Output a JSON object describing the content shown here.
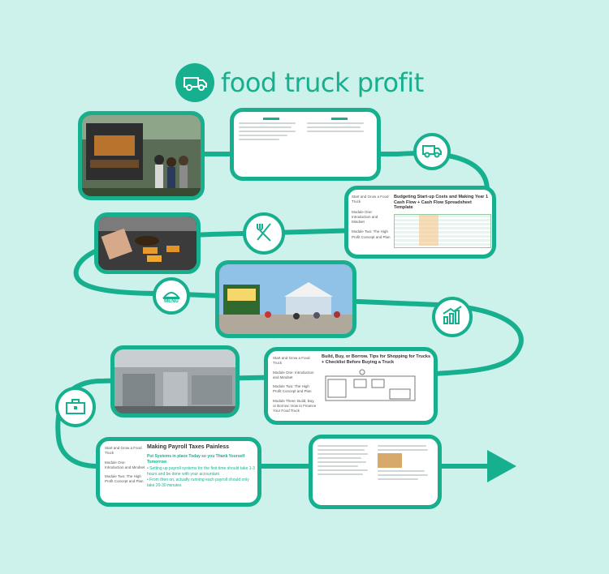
{
  "brand": {
    "name": "food truck profit",
    "color": "#17b08f"
  },
  "cards": {
    "budget_title": "Budgeting Start-up Costs and Making Year 1 Cash Flow + Cash Flow Spreadsheet Template",
    "shopping_title": "Build, Buy, or Borrow. Tips for Shopping for Trucks + Checklist Before Buying a Truck",
    "payroll_title": "Making Payroll Taxes Painless",
    "payroll_subtitle": "Put Systems in place Today so you Thank Yourself Tomorrow",
    "payroll_bullets": [
      "Setting up payroll systems for the first time should take 1-3 hours and be done with your accountant",
      "From then on, actually running each payroll should only take 20-30 minutes"
    ],
    "sidebar_items": [
      "Start and Grow a Food Truck",
      "Module One: Introduction and Mindset",
      "Module Two: The High Profit Concept and Plan",
      "Module Three: Build, Buy, or Borrow: How to Finance Your Food Truck"
    ],
    "menu_badge_text": "MENU"
  },
  "icons": [
    "food-truck-logo-icon",
    "food-truck-icon",
    "fork-knife-icon",
    "menu-icon",
    "growth-chart-icon",
    "toolbox-icon",
    "arrow-right-icon"
  ]
}
